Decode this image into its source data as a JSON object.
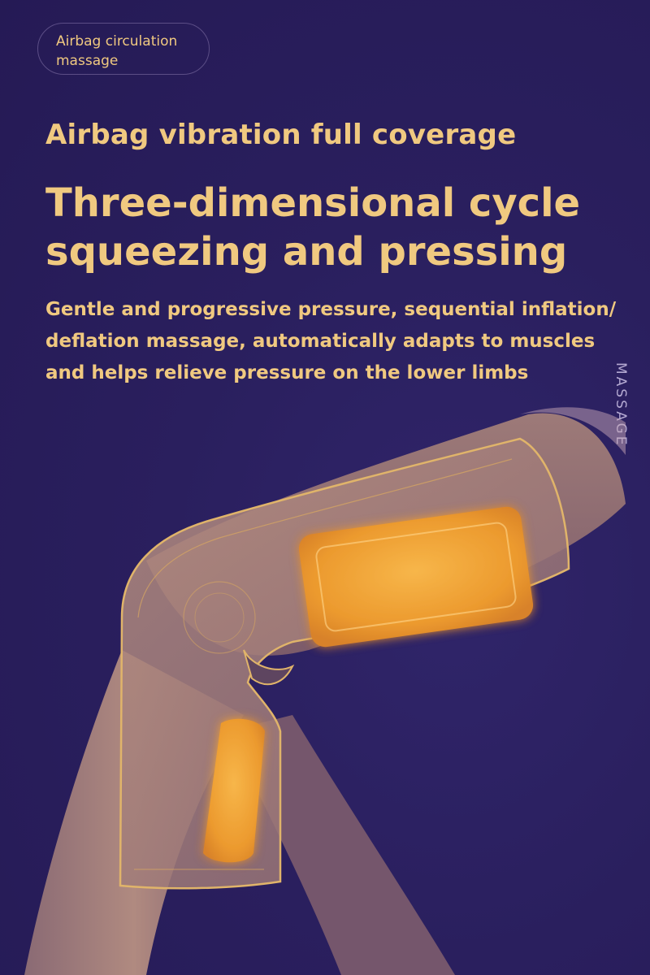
{
  "badge": {
    "line1": "Airbag circulation",
    "line2": "massage"
  },
  "subtitle": "Airbag vibration full coverage",
  "headline": {
    "line1": "Three-dimensional cycle",
    "line2": "squeezing and pressing"
  },
  "description": {
    "line1": "Gentle and progressive pressure, sequential inflation/",
    "line2": "deflation massage, automatically adapts to muscles",
    "line3": "and helps relieve pressure on the lower limbs"
  },
  "side_label": "MASSAGE",
  "colors": {
    "background": "#2a1f5e",
    "accent": "#f0c980",
    "skin": "#a07a72",
    "airbag": "#f2a23a"
  }
}
